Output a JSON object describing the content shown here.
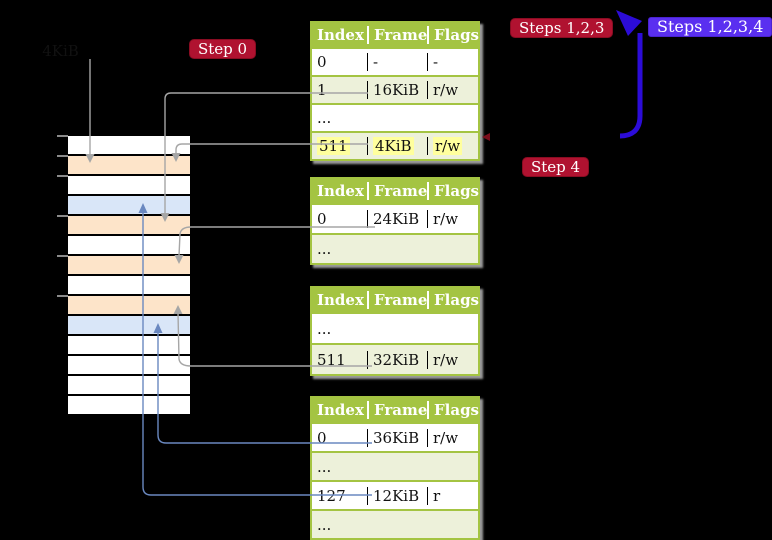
{
  "labels": {
    "frame_pointer": "4KiB",
    "step0": "Step 0",
    "steps123": "Steps 1,2,3",
    "steps1234": "Steps 1,2,3,4",
    "step4": "Step 4"
  },
  "colors": {
    "background": "#000000",
    "crimson_badge": "#b01230",
    "blue_badge": "#5a2ff0",
    "recursive_loop_arrow": "#2c0cd8",
    "gray_connector": "#a6a6a6",
    "blue_connector": "#6a88c0",
    "table_header_green": "#a4c442",
    "table_shaded_row": "#edf1da",
    "highlight_yellow": "#ffff9d",
    "memory_frame_peach": "#fde4c9",
    "memory_frame_blue": "#d9e6f8",
    "frame_label_bg": "#faeeca"
  },
  "memory_strip": {
    "rows": [
      "white",
      "peach",
      "white",
      "blue",
      "peach",
      "white",
      "peach",
      "white",
      "peach",
      "blue",
      "white",
      "white",
      "white",
      "white"
    ]
  },
  "page_tables": [
    {
      "name": "page-table-at-4kib",
      "headers": [
        "Index",
        "Frame",
        "Flags"
      ],
      "rows": [
        {
          "cells": [
            "0",
            "-",
            "-"
          ],
          "shaded": false,
          "highlighted": false
        },
        {
          "cells": [
            "1",
            "16KiB",
            "r/w"
          ],
          "shaded": true,
          "highlighted": false
        },
        {
          "cells": [
            "...",
            "",
            ""
          ],
          "shaded": false,
          "highlighted": false
        },
        {
          "cells": [
            "511",
            "4KiB",
            "r/w"
          ],
          "shaded": true,
          "highlighted": true
        }
      ]
    },
    {
      "name": "page-table-at-16kib",
      "headers": [
        "Index",
        "Frame",
        "Flags"
      ],
      "rows": [
        {
          "cells": [
            "0",
            "24KiB",
            "r/w"
          ],
          "shaded": false,
          "highlighted": false
        },
        {
          "cells": [
            "...",
            "",
            ""
          ],
          "shaded": true,
          "highlighted": false
        }
      ]
    },
    {
      "name": "page-table-at-24kib",
      "headers": [
        "Index",
        "Frame",
        "Flags"
      ],
      "rows": [
        {
          "cells": [
            "...",
            "",
            ""
          ],
          "shaded": false,
          "highlighted": false
        },
        {
          "cells": [
            "511",
            "32KiB",
            "r/w"
          ],
          "shaded": true,
          "highlighted": false
        }
      ]
    },
    {
      "name": "page-table-at-32kib",
      "headers": [
        "Index",
        "Frame",
        "Flags"
      ],
      "rows": [
        {
          "cells": [
            "0",
            "36KiB",
            "r/w"
          ],
          "shaded": false,
          "highlighted": false
        },
        {
          "cells": [
            "...",
            "",
            ""
          ],
          "shaded": true,
          "highlighted": false
        },
        {
          "cells": [
            "127",
            "12KiB",
            "r"
          ],
          "shaded": false,
          "highlighted": false
        },
        {
          "cells": [
            "...",
            "",
            ""
          ],
          "shaded": true,
          "highlighted": false
        }
      ]
    }
  ],
  "connections": [
    {
      "from": "frame-pointer-label",
      "to": "memory-frame-4kib",
      "style": "gray-arrow"
    },
    {
      "from": "table1-entry-1-16kib",
      "to": "memory-frame-16kib",
      "style": "gray-arrow"
    },
    {
      "from": "table1-entry-511-4kib",
      "to": "memory-frame-4kib",
      "style": "gray-arrow"
    },
    {
      "from": "table2-entry-0-24kib",
      "to": "memory-frame-24kib",
      "style": "gray-arrow"
    },
    {
      "from": "table3-entry-511-32kib",
      "to": "memory-frame-32kib",
      "style": "gray-arrow"
    },
    {
      "from": "table4-entry-0-36kib",
      "to": "memory-page-36kib",
      "style": "blue-arrow"
    },
    {
      "from": "table4-entry-127-12kib",
      "to": "memory-page-12kib",
      "style": "blue-arrow"
    },
    {
      "from": "table1-bottom",
      "to": "table1-top",
      "style": "recursive-loop-arrow"
    }
  ]
}
